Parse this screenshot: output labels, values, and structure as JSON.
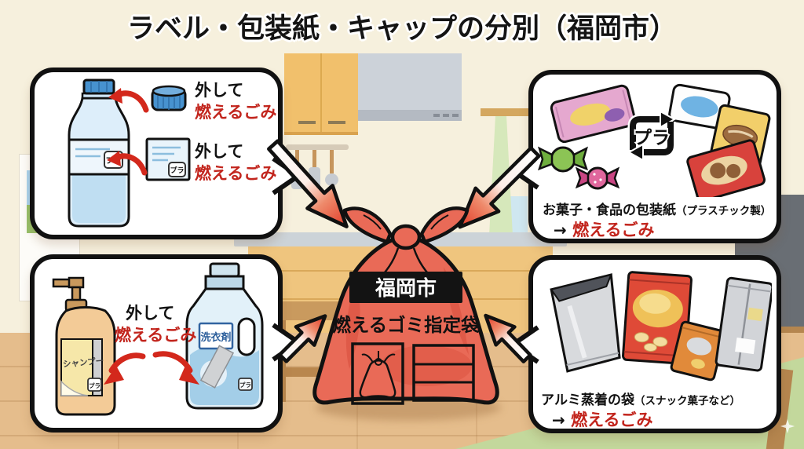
{
  "title": "ラベル・包装紙・キャップの分別（福岡市）",
  "pla_mark": "プラ",
  "colors": {
    "wall": "#f6f0dd",
    "floor_wood": "#e5bd8c",
    "mat_green": "#c3d89c",
    "curtain_green": "#d6e8bb",
    "panel_border": "#111111",
    "text_red": "#c2251d",
    "arrow_red": "#e23a27",
    "bag_red": "#e96a57",
    "band_black": "#131313",
    "bottle_blue": "#4792cf",
    "shampoo_tan": "#f3cb97",
    "detergent_blue": "#e2f1f9"
  },
  "panels": {
    "pet_bottle": {
      "cap_note": {
        "line1": "外して",
        "line2": "燃えるごみ"
      },
      "label_note": {
        "line1": "外して",
        "line2": "燃えるごみ"
      }
    },
    "snack_wrappers": {
      "caption": "お菓子・食品の包装紙",
      "caption_note": "（プラスチック製）",
      "arrow": "→",
      "disposal": "燃えるごみ"
    },
    "shampoo_detergent": {
      "note": {
        "line1": "外して",
        "line2": "燃えるごみ"
      },
      "shampoo_label": "シャンプー",
      "detergent_label": "洗衣剤"
    },
    "aluminum_bags": {
      "caption": "アルミ蒸着の袋",
      "caption_note": "（スナック菓子など）",
      "arrow": "→",
      "disposal": "燃えるごみ"
    }
  },
  "center_bag": {
    "city": "福岡市",
    "bag_label": "燃えるゴミ指定袋"
  }
}
